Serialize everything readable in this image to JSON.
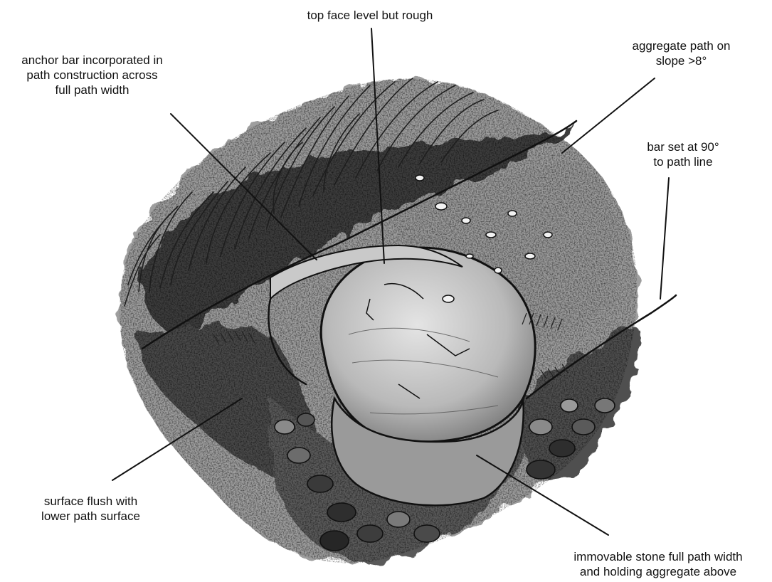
{
  "labels": {
    "top_face": [
      "top face level but rough"
    ],
    "anchor_bar": [
      "anchor bar incorporated in",
      "path construction across",
      "full path width"
    ],
    "aggregate_path": [
      "aggregate path on",
      "slope >8°"
    ],
    "bar_set": [
      "bar set at 90°",
      "to path line"
    ],
    "surface_flush": [
      "surface flush with",
      "lower path surface"
    ],
    "immovable_stone": [
      "immovable stone full path width",
      "and holding aggregate above"
    ]
  },
  "colors": {
    "ink": "#111111",
    "dark_wash": "#3a3a3a",
    "mid_wash": "#7a7a7a",
    "light_wash": "#bdbdbd",
    "paper": "#ffffff"
  }
}
